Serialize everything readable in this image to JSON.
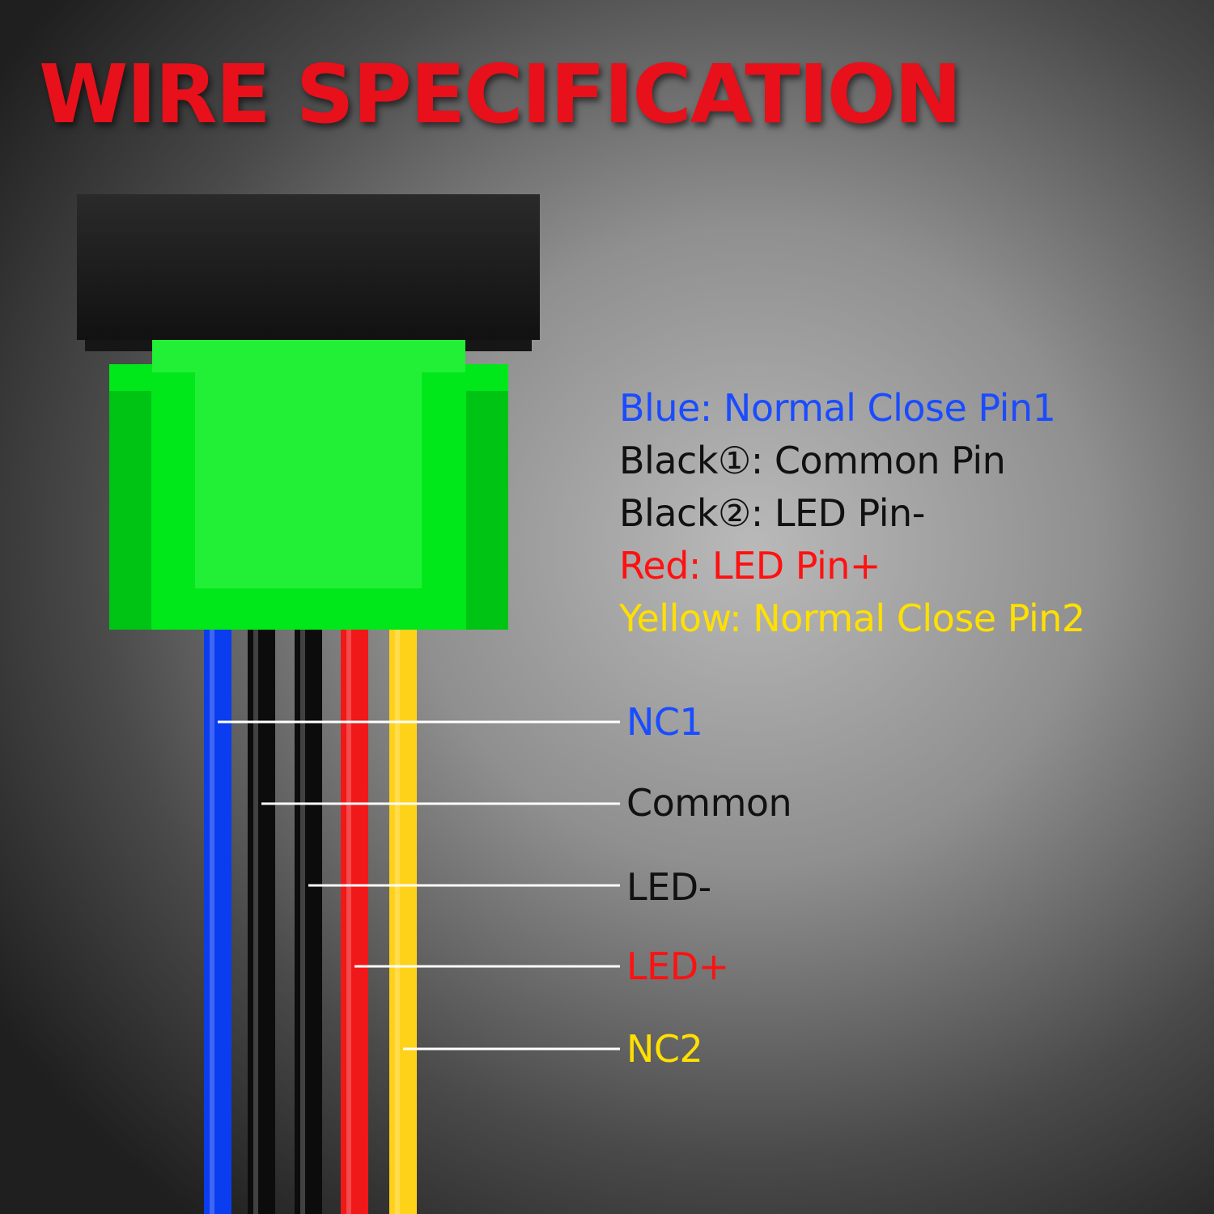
{
  "title": "WIRE SPECIFICATION",
  "colors": {
    "title": "#e8101a",
    "connector_green": "#00e81a",
    "connector_green_light": "#22f036",
    "connector_green_dark": "#00c414",
    "housing": "#1b1b1b",
    "leader_line": "#ffffff"
  },
  "legend": [
    {
      "text": "Blue: Normal Close Pin1",
      "color": "#1a4cff"
    },
    {
      "text": "Black①: Common Pin",
      "color": "#111111"
    },
    {
      "text": "Black②: LED Pin-",
      "color": "#111111"
    },
    {
      "text": "Red: LED Pin+",
      "color": "#ff1111"
    },
    {
      "text": "Yellow: Normal Close Pin2",
      "color": "#ffe000"
    }
  ],
  "wires": [
    {
      "name": "blue-wire",
      "color": "#0a3cf0"
    },
    {
      "name": "black-wire-1",
      "color": "#0c0c0c"
    },
    {
      "name": "black-wire-2",
      "color": "#0c0c0c"
    },
    {
      "name": "red-wire",
      "color": "#f01818"
    },
    {
      "name": "yellow-wire",
      "color": "#ffd21a"
    }
  ],
  "callouts": [
    {
      "label": "NC1",
      "color": "#1a4cff"
    },
    {
      "label": "Common",
      "color": "#111111"
    },
    {
      "label": "LED-",
      "color": "#111111"
    },
    {
      "label": "LED+",
      "color": "#ff1111"
    },
    {
      "label": "NC2",
      "color": "#ffe000"
    }
  ]
}
